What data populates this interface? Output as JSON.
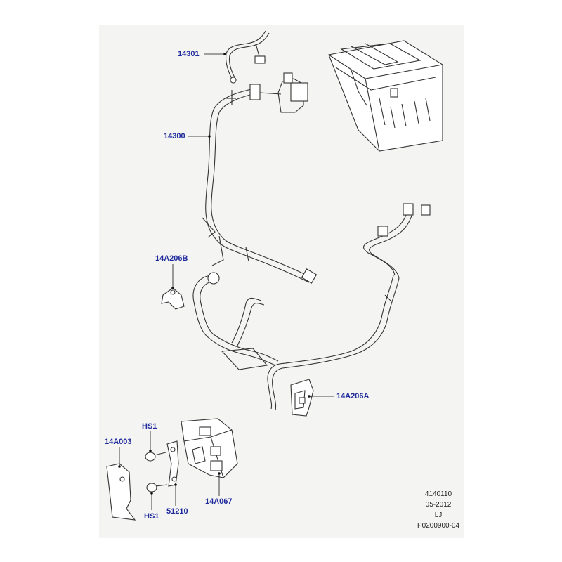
{
  "diagram": {
    "colors": {
      "callout": "#1f2a9c",
      "background": "#f4f5f2",
      "linework": "#333333"
    },
    "callouts": [
      {
        "id": "14301",
        "label": "14301"
      },
      {
        "id": "14300",
        "label": "14300"
      },
      {
        "id": "14A206B",
        "label": "14A206B"
      },
      {
        "id": "14A206A",
        "label": "14A206A"
      },
      {
        "id": "HS1_top",
        "label": "HS1"
      },
      {
        "id": "14A003",
        "label": "14A003"
      },
      {
        "id": "51210",
        "label": "51210"
      },
      {
        "id": "HS1_bottom",
        "label": "HS1"
      },
      {
        "id": "14A067",
        "label": "14A067"
      }
    ],
    "reference": {
      "number": "4140110",
      "date": "05-2012",
      "initials": "LJ",
      "code": "P0200900-04"
    }
  }
}
